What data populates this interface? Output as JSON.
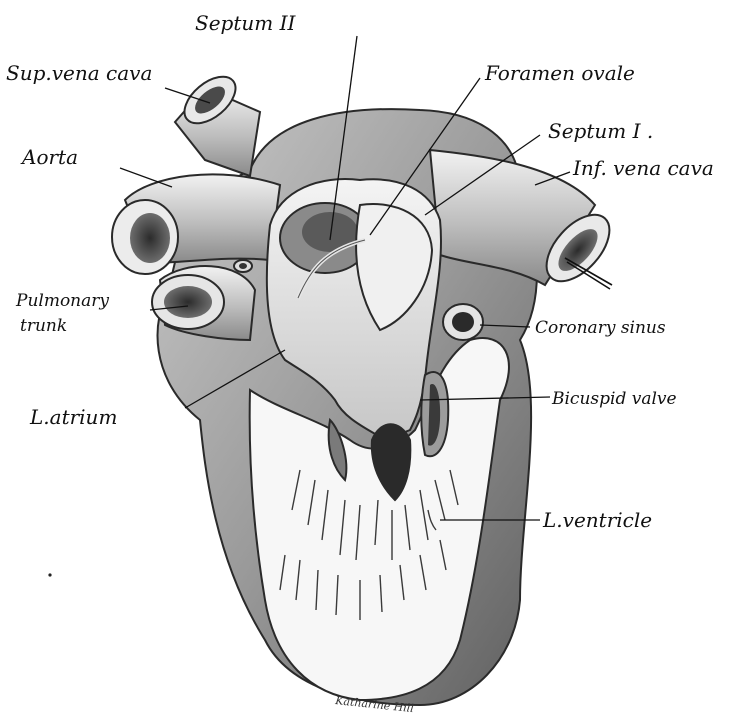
{
  "labels": {
    "septum_ii": "Septum II",
    "sup_vena_cava": "Sup.vena cava",
    "aorta": "Aorta",
    "foramen_ovale": "Foramen ovale",
    "septum_i": "Septum I .",
    "inf_vena_cava": "Inf. vena cava",
    "pulmonary_trunk_line1": "Pulmonary",
    "pulmonary_trunk_line2": "trunk",
    "coronary_sinus": "Coronary sinus",
    "l_atrium": "L.atrium",
    "bicuspid_valve": "Bicuspid valve",
    "l_ventricle": "L.ventricle"
  },
  "signature": "Katharine Hill",
  "colors": {
    "outline": "#2a2a2a",
    "shade_dark": "#6f6f6f",
    "shade_mid": "#a9a9a9",
    "shade_light": "#d9d9d9",
    "cavity": "#f6f6f6",
    "opening": "#1c1c1c"
  }
}
